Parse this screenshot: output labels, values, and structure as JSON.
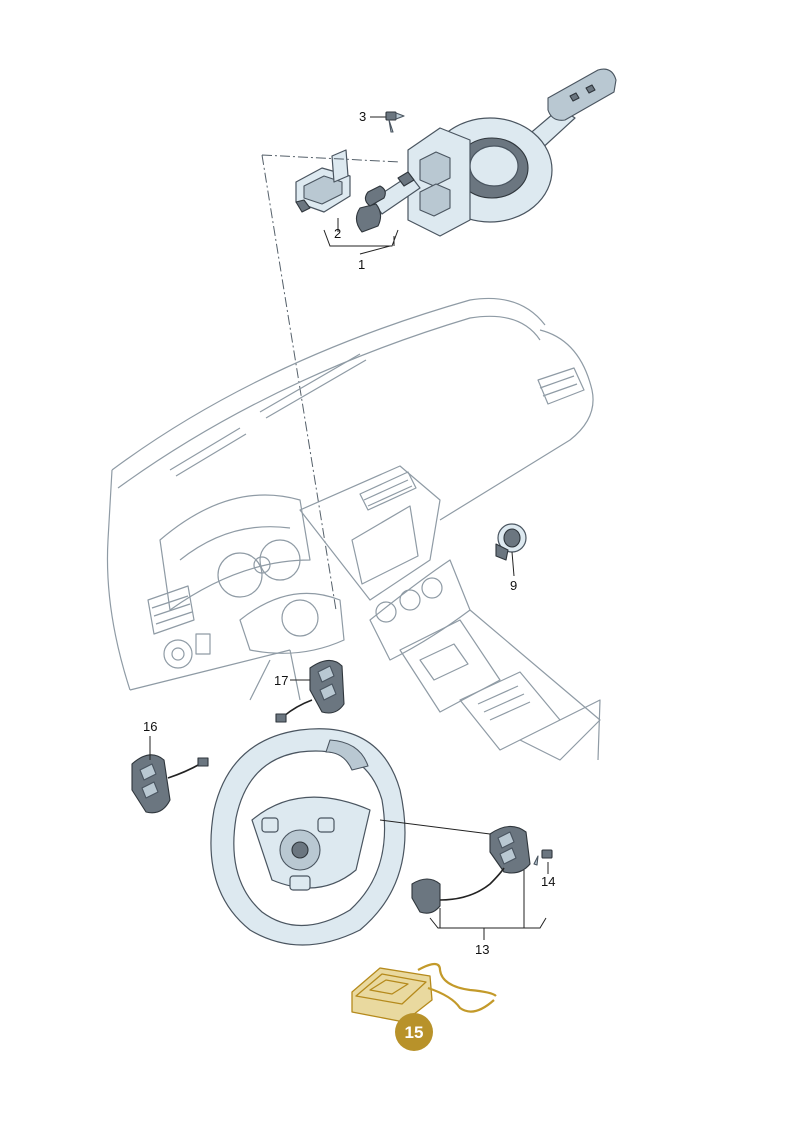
{
  "callouts": {
    "c1": "1",
    "c2": "2",
    "c3": "3",
    "c9": "9",
    "c13": "13",
    "c14": "14",
    "c15": "15",
    "c16": "16",
    "c17": "17"
  },
  "highlight": {
    "badge_color": "#b8922a",
    "part_color": "#e9d99f"
  }
}
